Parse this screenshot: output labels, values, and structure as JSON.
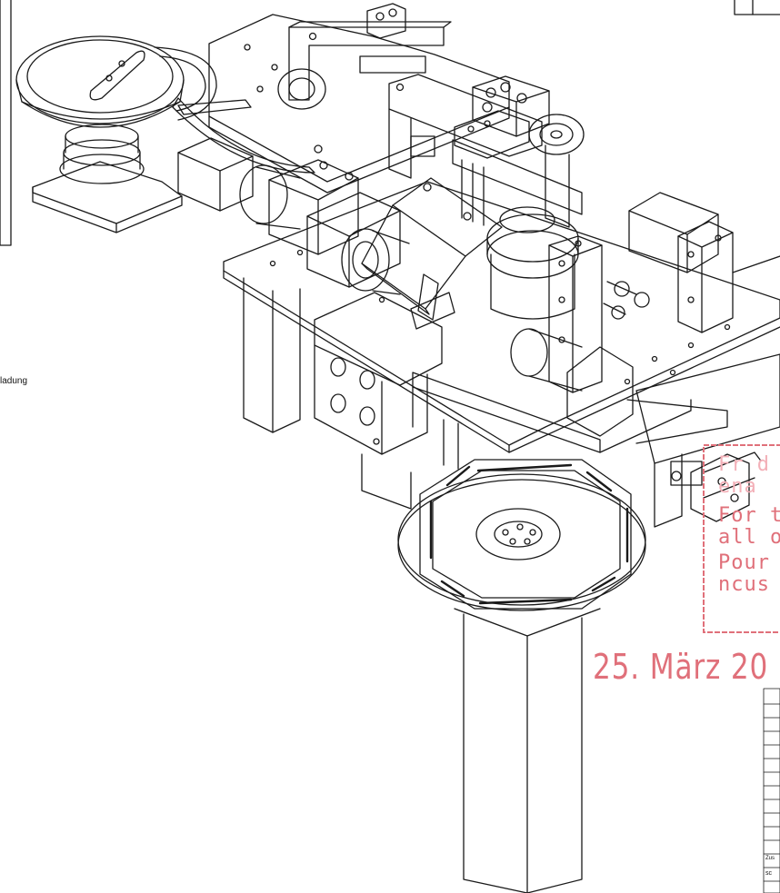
{
  "drawing": {
    "side_label": "ladung",
    "colors": {
      "line": "#1a1a1a",
      "stamp": "#e0707a",
      "stamp_light": "#f3b0b8"
    }
  },
  "stamp": {
    "line1": "Fr d",
    "line2": "ena",
    "line3": "For t",
    "line4": "all o",
    "line5": "Pour",
    "line6": "ncus"
  },
  "date_stamp": {
    "text": "25. März 20"
  },
  "title_block": {
    "row_label_a": "Zus",
    "row_label_b": "sc"
  }
}
